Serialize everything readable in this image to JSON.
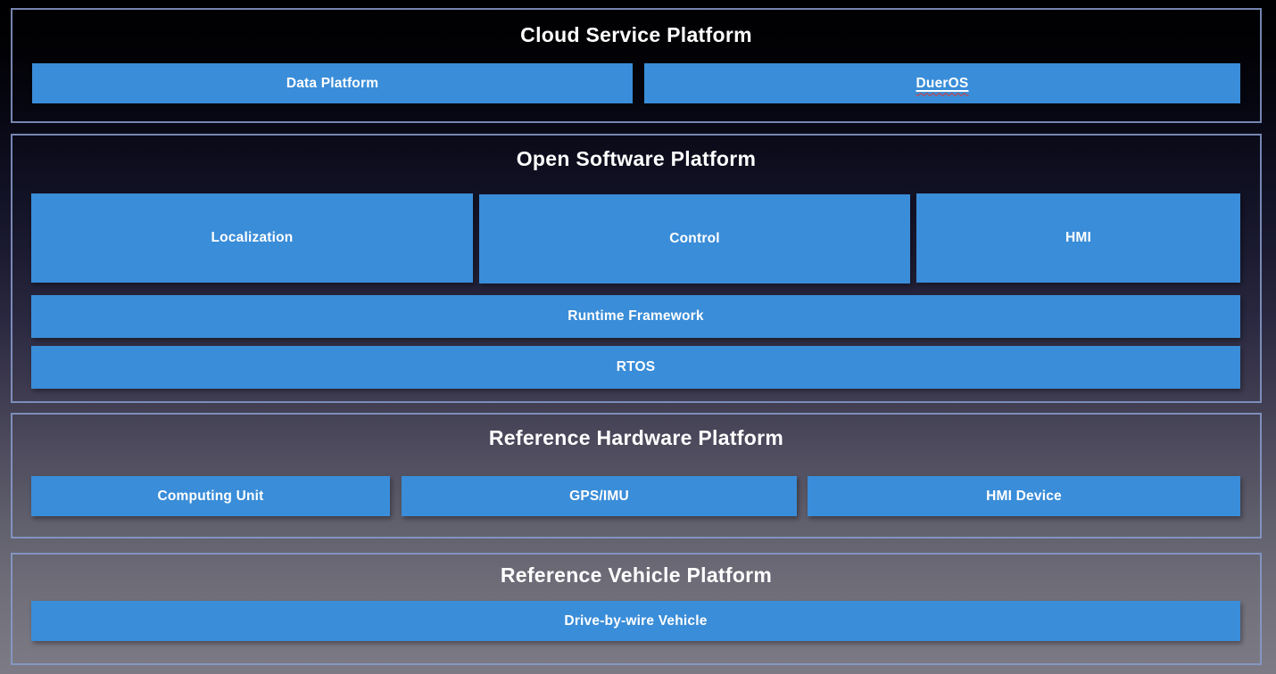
{
  "colors": {
    "box_blue": "#3A8DD8",
    "section_border": "#889CCD",
    "title_text": "#FFFFFF",
    "box_text": "#FFFFFF",
    "spellcheck_wavy": "#E0352B",
    "background_top": "#000001",
    "background_bottom": "#7C7B85"
  },
  "sections": [
    {
      "title": "Cloud Service Platform",
      "rows": [
        {
          "boxes": [
            {
              "label": "Data Platform"
            },
            {
              "label": "DuerOS"
            }
          ]
        }
      ]
    },
    {
      "title": "Open Software Platform",
      "rows": [
        {
          "boxes": [
            {
              "label": "Localization"
            },
            {
              "label": "Control"
            },
            {
              "label": "HMI"
            }
          ]
        },
        {
          "boxes": [
            {
              "label": "Runtime Framework"
            }
          ]
        },
        {
          "boxes": [
            {
              "label": "RTOS"
            }
          ]
        }
      ]
    },
    {
      "title": "Reference Hardware Platform",
      "rows": [
        {
          "boxes": [
            {
              "label": "Computing Unit"
            },
            {
              "label": "GPS/IMU"
            },
            {
              "label": "HMI Device"
            }
          ]
        }
      ]
    },
    {
      "title": "Reference Vehicle Platform",
      "rows": [
        {
          "boxes": [
            {
              "label": "Drive-by-wire Vehicle"
            }
          ]
        }
      ]
    }
  ]
}
